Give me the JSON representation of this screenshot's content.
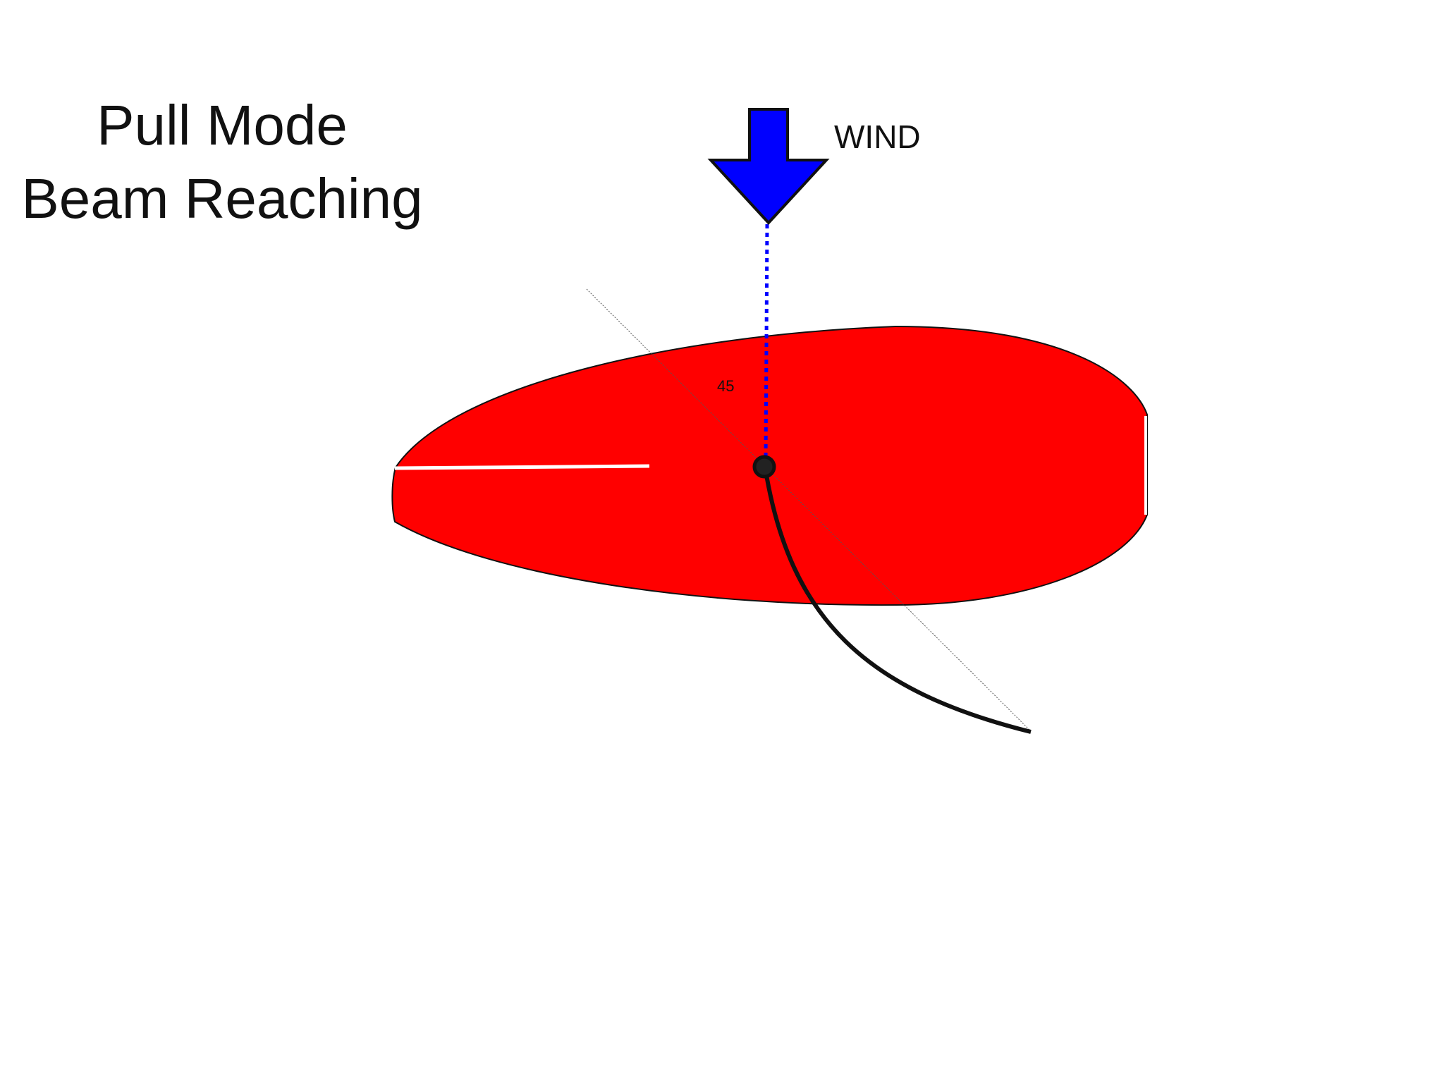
{
  "title": {
    "line1": "Pull Mode",
    "line2": "Beam Reaching"
  },
  "wind": {
    "label": "WIND",
    "color": "#0000ff"
  },
  "angle_label": "45",
  "colors": {
    "sail": "#ff0000",
    "outline": "#111111",
    "background": "#ffffff"
  },
  "icons": {
    "wind_arrow": "down-arrow-icon",
    "pivot": "filled-circle-icon"
  }
}
